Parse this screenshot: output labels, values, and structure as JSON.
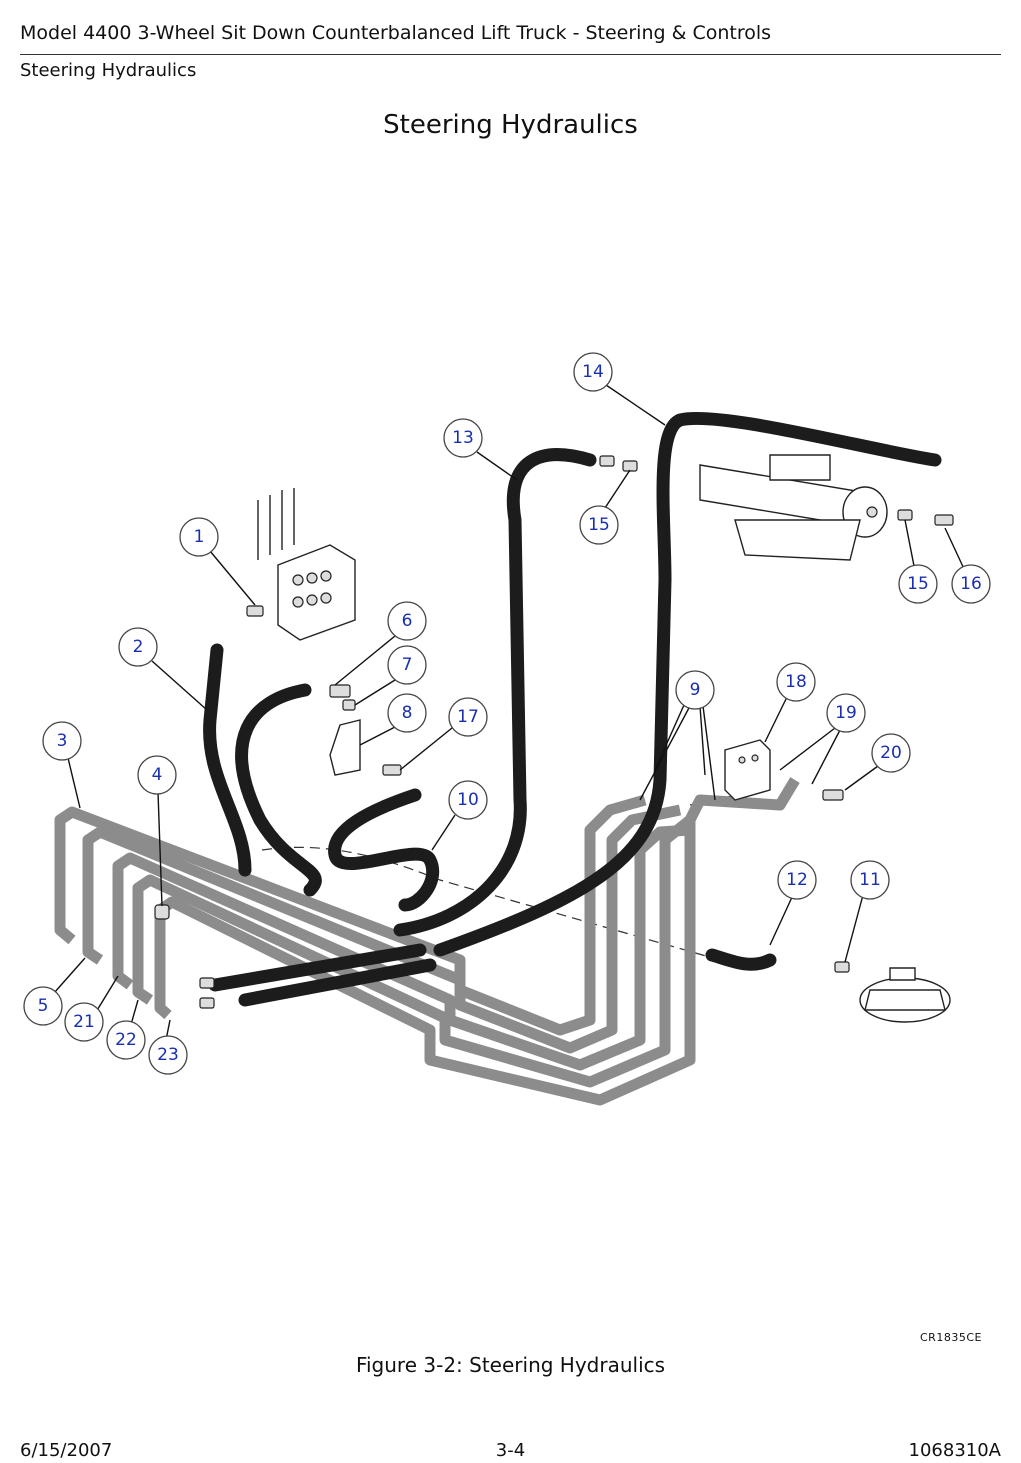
{
  "header": {
    "title": "Model 4400 3-Wheel Sit Down Counterbalanced Lift Truck - Steering & Controls",
    "section": "Steering Hydraulics"
  },
  "page_heading": "Steering Hydraulics",
  "figure": {
    "callouts": [
      "1",
      "2",
      "3",
      "4",
      "5",
      "6",
      "7",
      "8",
      "9",
      "10",
      "11",
      "12",
      "13",
      "14",
      "15",
      "15",
      "16",
      "17",
      "18",
      "19",
      "20",
      "21",
      "22",
      "23"
    ],
    "drawing_id": "CR1835CE",
    "caption": "Figure 3-2:  Steering Hydraulics"
  },
  "footer": {
    "date": "6/15/2007",
    "page": "3-4",
    "doc_number": "1068310A"
  }
}
